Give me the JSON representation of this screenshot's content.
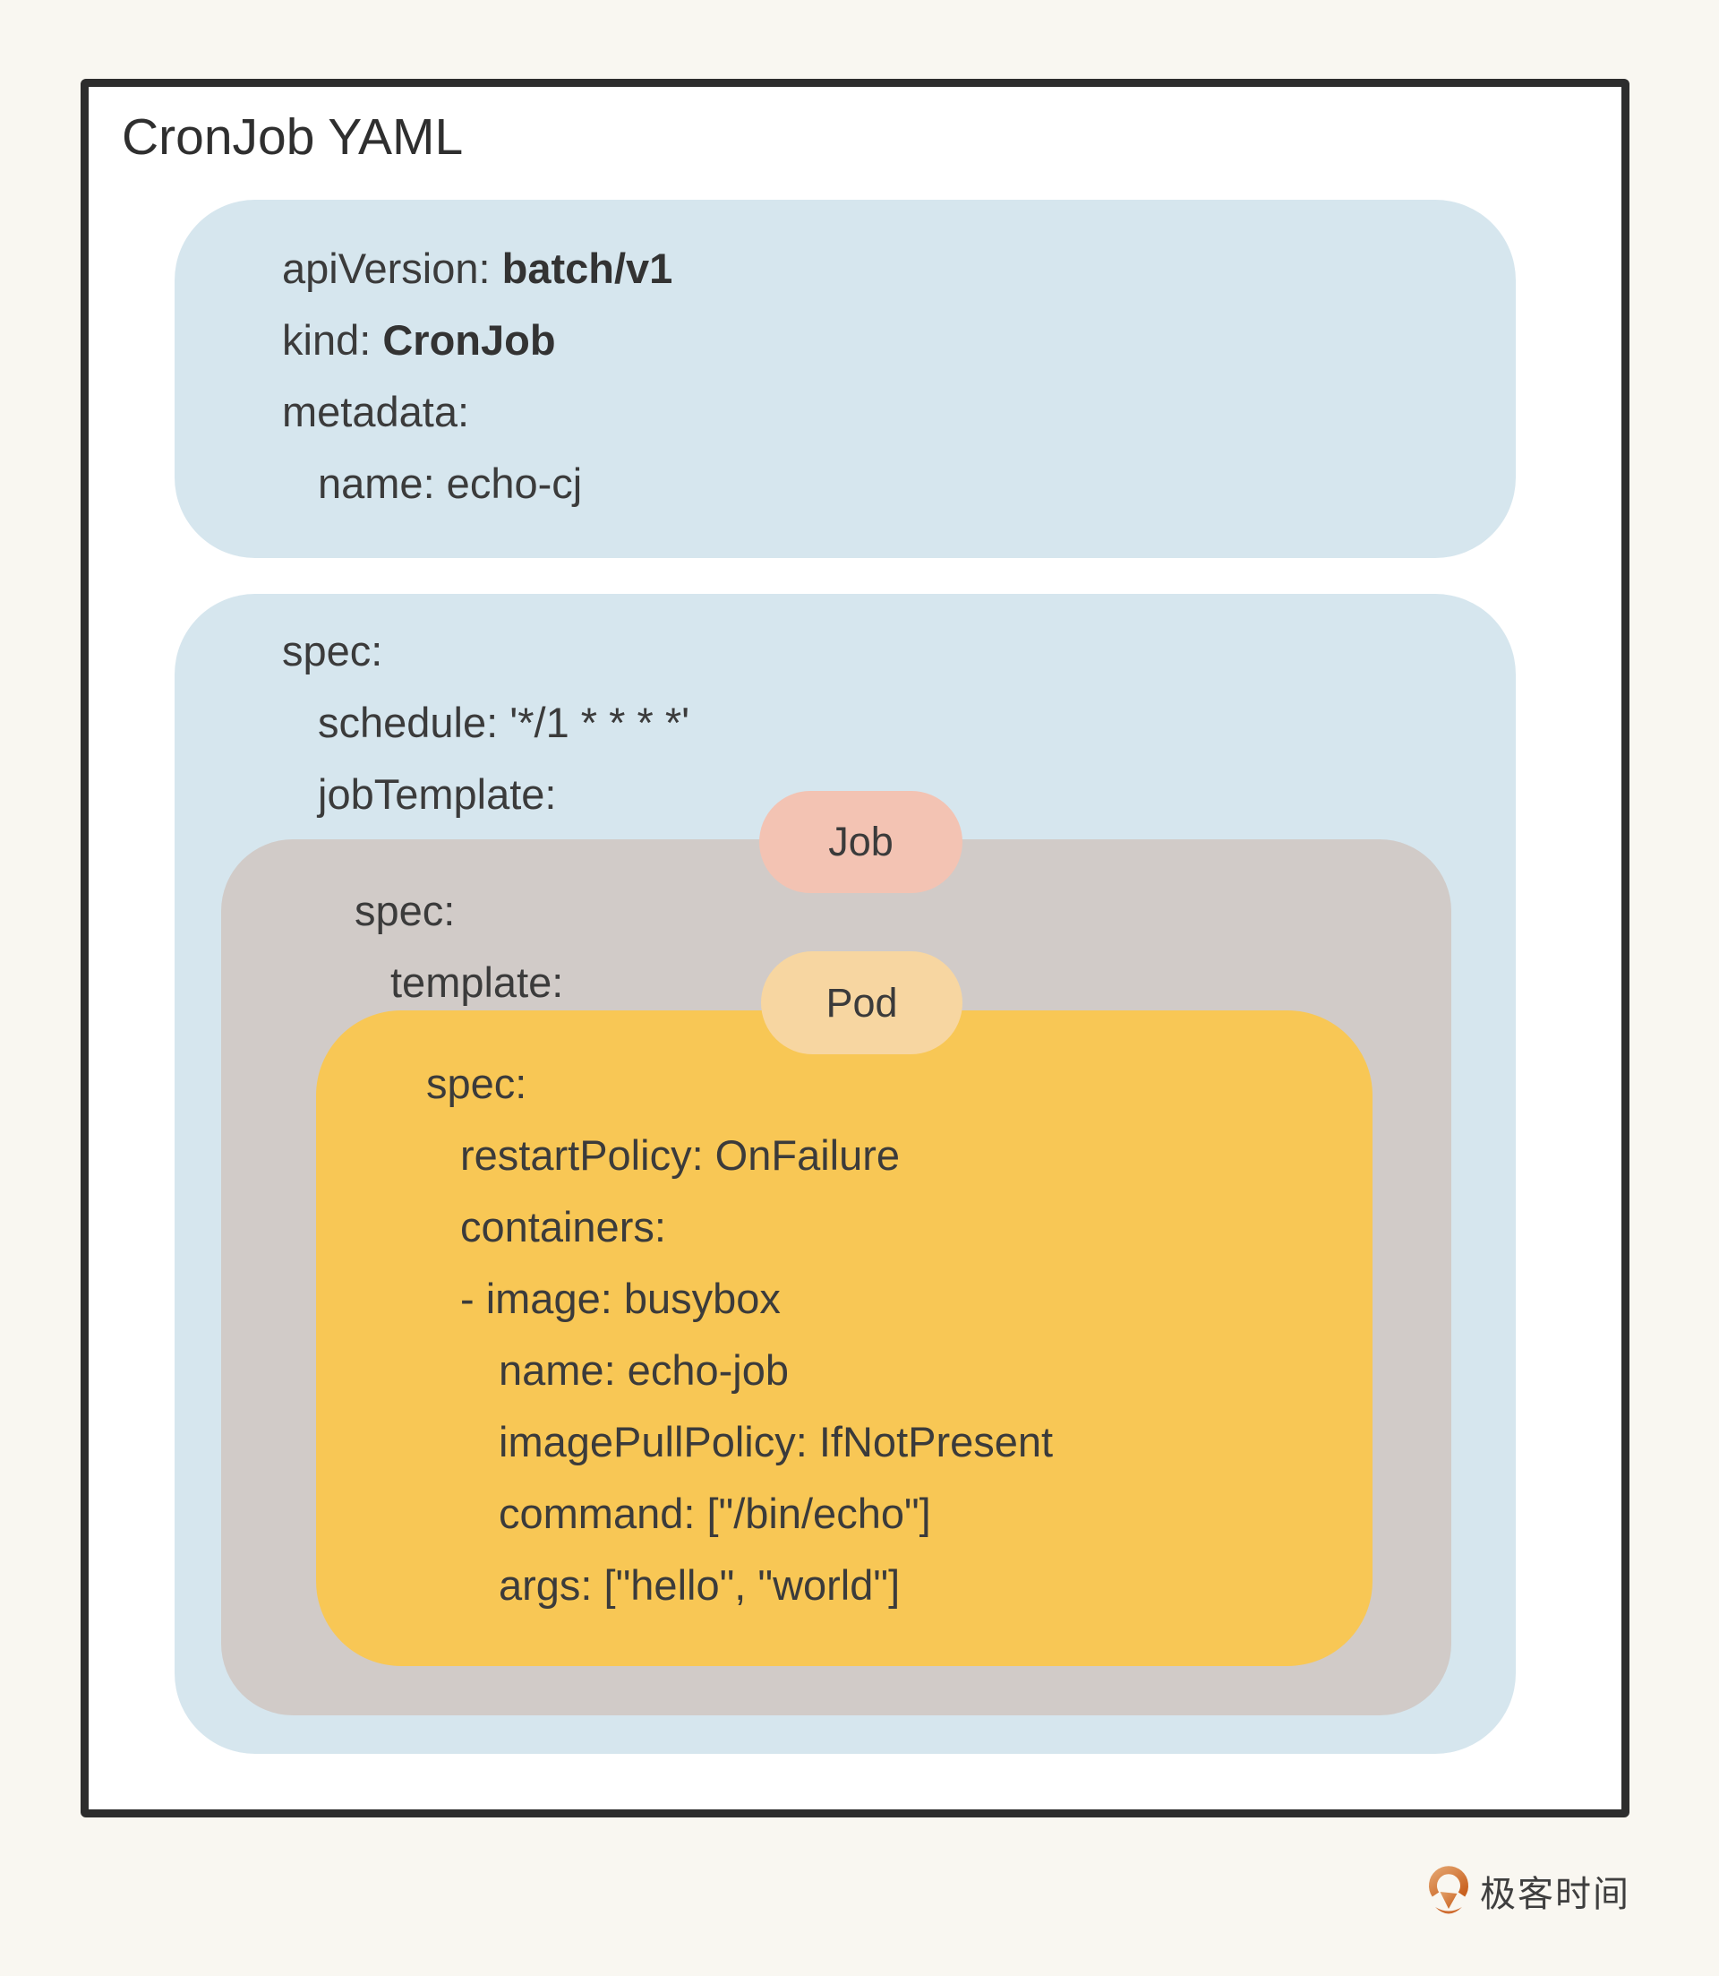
{
  "page": {
    "title": "CronJob YAML"
  },
  "colors": {
    "background": "#f9f7f1",
    "frame_fill": "#ffffff",
    "frame_border": "#2d2d2d",
    "cronjob_blue_box": "#d6e6ee",
    "job_gray_box": "#d1cbc8",
    "pod_yellow_box": "#f8c755",
    "job_badge": "#f3c3b3",
    "pod_badge": "#f7d6a1",
    "text": "#3b3b3b",
    "logo_orange": "#cf6c30"
  },
  "cronjob_box": {
    "lines": [
      {
        "text": "apiVersion: ",
        "bold_value": "batch/v1"
      },
      {
        "text": "kind: ",
        "bold_value": "CronJob"
      },
      {
        "text": "metadata:"
      },
      {
        "text": "name: echo-cj"
      }
    ]
  },
  "spec_box": {
    "lines": [
      "spec:",
      "schedule: '*/1 * * * *'",
      "jobTemplate:"
    ]
  },
  "job_box": {
    "badge": "Job",
    "lines": [
      "spec:",
      "template:"
    ]
  },
  "pod_box": {
    "badge": "Pod",
    "lines": [
      "spec:",
      "restartPolicy: OnFailure",
      "containers:",
      "- image: busybox",
      "name: echo-job",
      "imagePullPolicy: IfNotPresent",
      "command: [\"/bin/echo\"]",
      "args: [\"hello\", \"world\"]"
    ]
  },
  "footer": {
    "logo_text": "极客时间"
  }
}
